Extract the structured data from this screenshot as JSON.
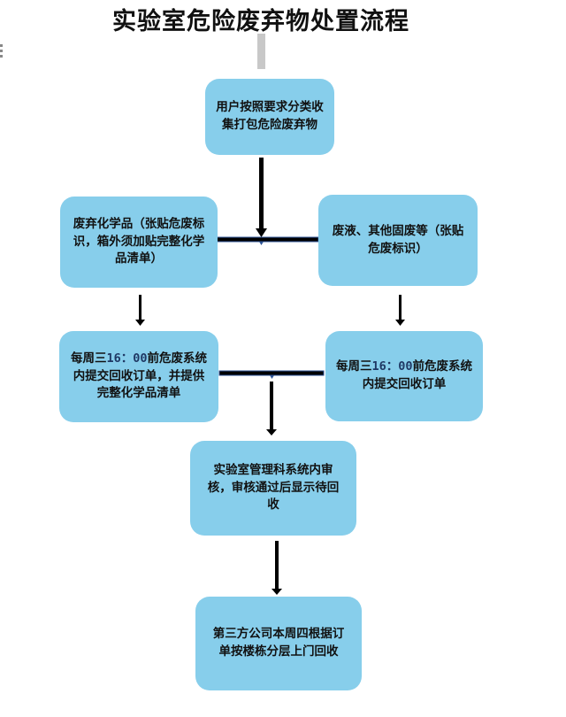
{
  "title": "实验室危险废弃物处置流程",
  "colors": {
    "box_fill": "#87ceeb",
    "arrow": "#000000",
    "connector_outline": "#2f5597"
  },
  "steps": [
    {
      "id": "collect",
      "text": "用户按照要求分类收集打包危险废弃物"
    },
    {
      "id": "chemicals",
      "text": "废弃化学品（张贴危废标识，箱外须加贴完整化学品清单）"
    },
    {
      "id": "liquids",
      "text": "废液、其他固废等（张贴危废标识）"
    },
    {
      "id": "submit-chemicals",
      "text_pre": "每周三",
      "time": "16：00",
      "text_post": "前危废系统内提交回收订单，并提供完整化学品清单"
    },
    {
      "id": "submit-liquids",
      "text_pre": "每周三",
      "time": "16：00",
      "text_post": "前危废系统内提交回收订单"
    },
    {
      "id": "review",
      "text": "实验室管理科系统内审核，审核通过后显示待回收"
    },
    {
      "id": "pickup",
      "text": "第三方公司本周四根据订单按楼栋分层上门回收"
    }
  ]
}
